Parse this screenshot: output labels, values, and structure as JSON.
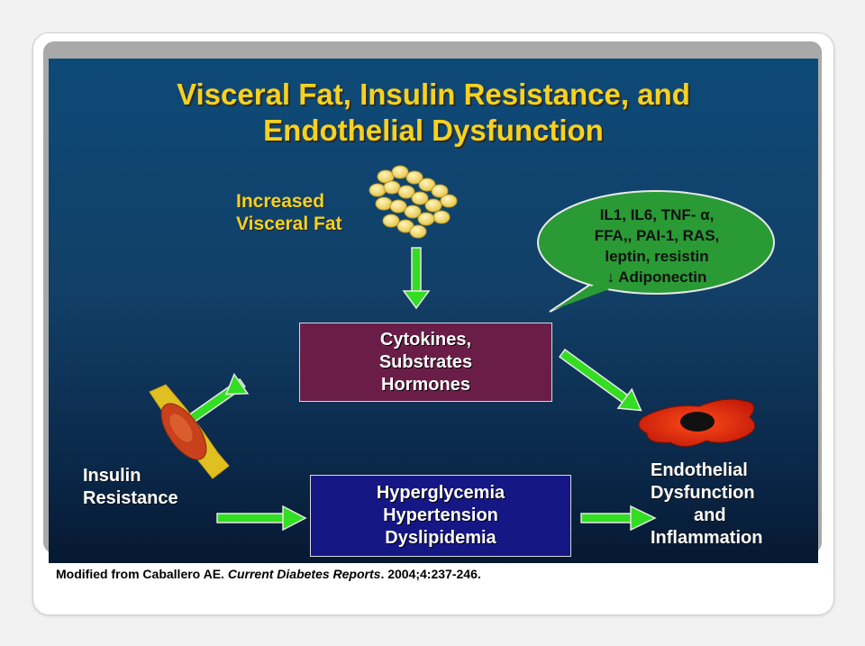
{
  "title": {
    "line1": "Visceral Fat, Insulin Resistance, and",
    "line2": "Endothelial Dysfunction"
  },
  "visceral_fat": {
    "line1": "Increased",
    "line2": "Visceral Fat"
  },
  "bubble": {
    "line1": "IL1, IL6, TNF- α,",
    "line2": "FFA,, PAI-1, RAS,",
    "line3": "leptin, resistin",
    "line4": "↓ Adiponectin"
  },
  "cytokines_box": {
    "line1": "Cytokines,",
    "line2": "Substrates",
    "line3": "Hormones"
  },
  "insulin_resistance": {
    "line1": "Insulin",
    "line2": "Resistance"
  },
  "conditions_box": {
    "line1": "Hyperglycemia",
    "line2": "Hypertension",
    "line3": "Dyslipidemia"
  },
  "endothelial": {
    "line1": "Endothelial",
    "line2": "Dysfunction",
    "line3": "and",
    "line4": "Inflammation"
  },
  "footer": {
    "prefix": "Modified from Caballero AE. ",
    "journal": "Current Diabetes Reports",
    "suffix": ". 2004;4:237-246."
  },
  "colors": {
    "title": "#f5d21f",
    "arrow": "#33dd22",
    "bubble": "#2a9a35",
    "cytokines_box": "#6a1e47",
    "conditions_box": "#151784"
  }
}
